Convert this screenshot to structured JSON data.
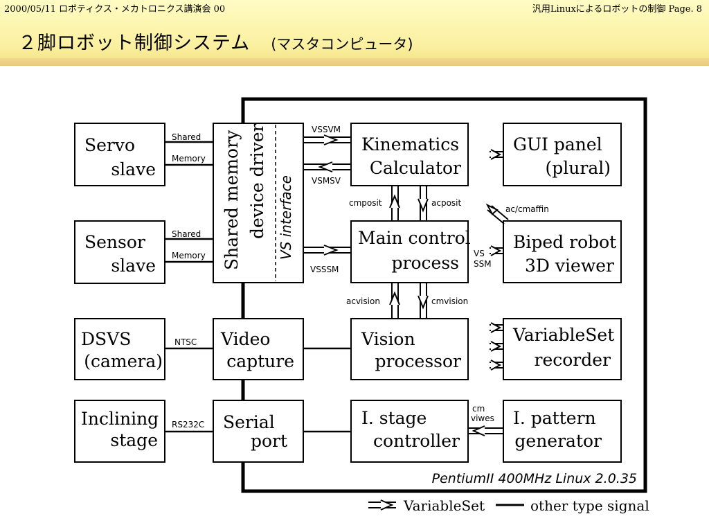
{
  "header": {
    "left_text": "2000/05/11 ロボティクス・メカトロニクス講演会 00",
    "right_text": "汎用Linuxによるロボットの制御  Page. 8",
    "title": "２脚ロボット制御システム",
    "subtitle": "(マスタコンピュータ)"
  },
  "diagram": {
    "blocks": {
      "servo_slave": [
        "Servo",
        "slave"
      ],
      "sensor_slave": [
        "Sensor",
        "slave"
      ],
      "dsvs_camera": [
        "DSVS",
        "(camera)"
      ],
      "inclining_stage": [
        "Inclining",
        "stage"
      ],
      "shared_memory_driver": [
        "Shared memory",
        "device driver"
      ],
      "vs_interface": "VS interface",
      "video_capture": [
        "Video",
        "capture"
      ],
      "serial_port": [
        "Serial",
        "port"
      ],
      "kinematics_calculator": [
        "Kinematics",
        "Calculator"
      ],
      "main_control_process": [
        "Main control",
        "process"
      ],
      "vision_processor": [
        "Vision",
        "processor"
      ],
      "stage_controller": [
        "I. stage",
        "controller"
      ],
      "gui_panel": [
        "GUI panel",
        "(plural)"
      ],
      "biped_viewer": [
        "Biped robot",
        "3D viewer"
      ],
      "variableset_recorder": [
        "VariableSet",
        "recorder"
      ],
      "pattern_generator": [
        "I. pattern",
        "generator"
      ]
    },
    "signals": {
      "servo_shared": "Shared",
      "servo_memory": "Memory",
      "sensor_shared": "Shared",
      "sensor_memory": "Memory",
      "ntsc": "NTSC",
      "rs232c": "RS232C",
      "vssvm": "VSSVM",
      "vsmsv": "VSMSV",
      "vsssm": "VSSSM",
      "cmposit": "cmposit",
      "acposit": "acposit",
      "acvision": "acvision",
      "cmvision": "cmvision",
      "ac_cmaffin": "ac/cmaffin",
      "vs_ssm": [
        "VS",
        "SSM"
      ],
      "cm_viwes": [
        "cm",
        "viwes"
      ]
    },
    "platform_label": "PentiumII 400MHz   Linux 2.0.35",
    "legend": {
      "variableset": "VariableSet",
      "other": "other type signal"
    }
  }
}
